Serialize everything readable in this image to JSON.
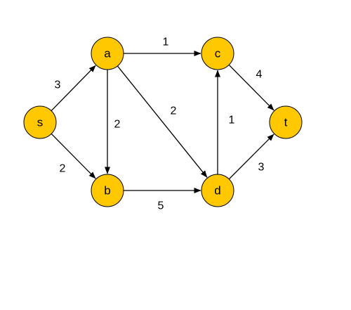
{
  "graph": {
    "node_color": "#FFC800",
    "edge_color": "#000000",
    "nodes": [
      {
        "id": "s",
        "label": "s"
      },
      {
        "id": "a",
        "label": "a"
      },
      {
        "id": "b",
        "label": "b"
      },
      {
        "id": "c",
        "label": "c"
      },
      {
        "id": "d",
        "label": "d"
      },
      {
        "id": "t",
        "label": "t"
      }
    ],
    "edges": [
      {
        "from": "s",
        "to": "a",
        "weight": "3"
      },
      {
        "from": "s",
        "to": "b",
        "weight": "2"
      },
      {
        "from": "a",
        "to": "c",
        "weight": "1"
      },
      {
        "from": "a",
        "to": "b",
        "weight": "2"
      },
      {
        "from": "a",
        "to": "d",
        "weight": "2"
      },
      {
        "from": "b",
        "to": "d",
        "weight": "5"
      },
      {
        "from": "d",
        "to": "c",
        "weight": "1"
      },
      {
        "from": "c",
        "to": "t",
        "weight": "4"
      },
      {
        "from": "d",
        "to": "t",
        "weight": "3"
      }
    ]
  }
}
